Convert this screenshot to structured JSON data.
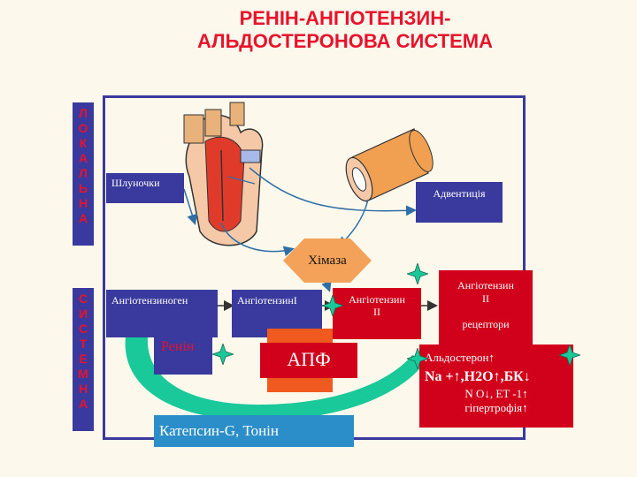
{
  "title": {
    "line1": "РЕНІН-АНГІОТЕНЗИН-",
    "line2": "АЛЬДОСТЕРОНОВА СИСТЕМА"
  },
  "side_labels": {
    "local": [
      "Л",
      "О",
      "К",
      "А",
      "Л",
      "Ь",
      "Н",
      "А"
    ],
    "systemic": [
      "С",
      "И",
      "С",
      "Т",
      "Е",
      "М",
      "Н",
      "А"
    ]
  },
  "boxes": {
    "ventricles": "Шлуночки",
    "adventitia": "Адвентиція",
    "chymase": "Хімаза",
    "angiotensinogen": "Ангіотензиноген",
    "angiotensin1": "АнгіотензинІ",
    "angiotensin2_line1": "Ангіотензин",
    "angiotensin2_line2": "ІІ",
    "renin": "Ренін",
    "ace": "АПФ",
    "receptor_line1": "Ангіотензин",
    "receptor_line2": "ІІ",
    "receptor_line3": "рецептори",
    "effects_line1": "Альдостерон↑",
    "effects_line2": "Na +↑,Н2О↑,БК↓",
    "effects_line3": "N O↓, ET -1↑",
    "effects_line4": "гіпертрофія↑",
    "cathepsin": "Катепсин-G, Тонін"
  },
  "colors": {
    "title": "#e8122c",
    "navy": "#3a3a9e",
    "red": "#d1001b",
    "chymase": "#f4a25a",
    "ace": "#f05a1e",
    "green": "#19c99a",
    "cathepsin": "#2b8ec8",
    "arrow": "#2f6fa8"
  },
  "icons": [
    "heart-illustration",
    "blood-vessel-illustration",
    "star-icon"
  ]
}
